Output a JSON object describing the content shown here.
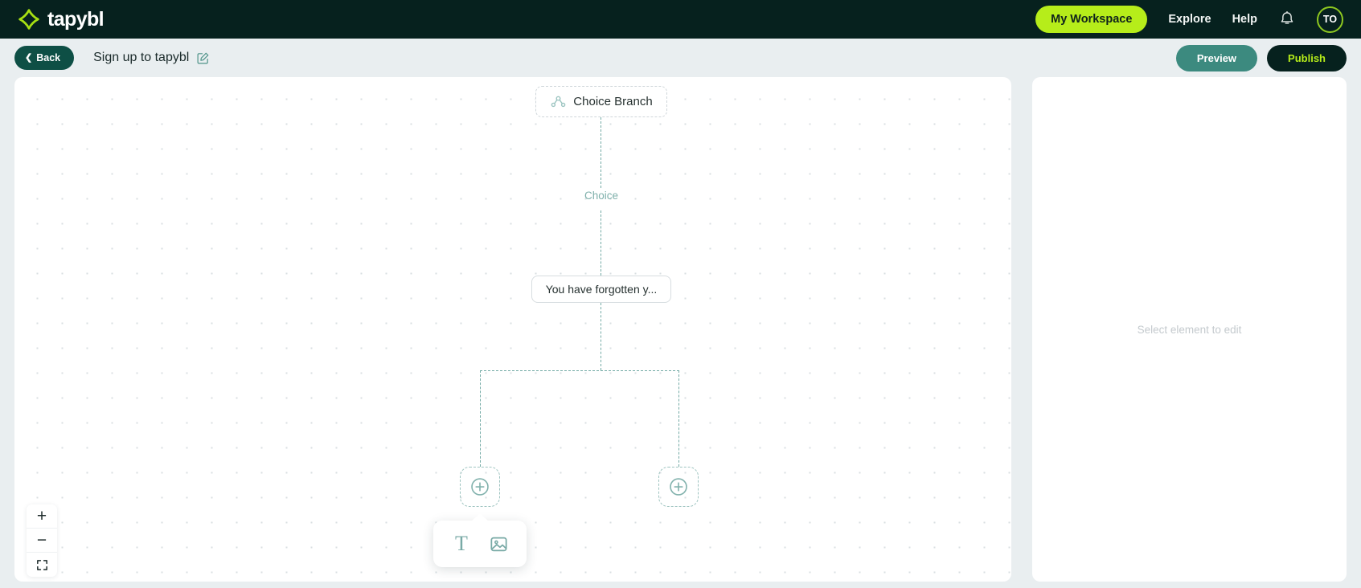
{
  "topbar": {
    "brand": {
      "name": "tapybl",
      "icon": "tapybl-star-icon"
    },
    "workspace_button": "My Workspace",
    "links": [
      {
        "label": "Explore",
        "name": "nav-link-explore"
      },
      {
        "label": "Help",
        "name": "nav-link-help"
      }
    ],
    "notifications_icon": "bell-icon",
    "avatar_initials": "TO",
    "colors": {
      "background": "#06211e",
      "accent_lime": "#b6ed1a",
      "text": "#f2f5f4"
    }
  },
  "toolbar": {
    "back_label": "Back",
    "document_title": "Sign up to tapybl",
    "edit_icon": "pencil-edit-icon",
    "preview_label": "Preview",
    "publish_label": "Publish",
    "colors": {
      "back_bg": "#0e4f45",
      "preview_bg": "#3c8a7f",
      "publish_bg": "#06211e",
      "publish_text": "#b6ed1a"
    }
  },
  "canvas": {
    "nodes": {
      "choice_branch": {
        "label": "Choice Branch",
        "icon": "branch-icon"
      },
      "edge_label": "Choice",
      "content_node": {
        "label": "You have forgotten y..."
      },
      "add_left": {
        "icon": "plus-circle-icon"
      },
      "add_right": {
        "icon": "plus-circle-icon"
      }
    },
    "add_popup": {
      "text_option": {
        "label": "T",
        "name": "add-text-icon"
      },
      "image_option": {
        "name": "add-image-icon"
      }
    },
    "zoom_controls": {
      "zoom_in": "+",
      "zoom_out": "−",
      "fit_label": "fit-to-screen-icon"
    },
    "connector_color": "#73aaa5"
  },
  "sidepanel": {
    "empty_message": "Select element to edit"
  }
}
